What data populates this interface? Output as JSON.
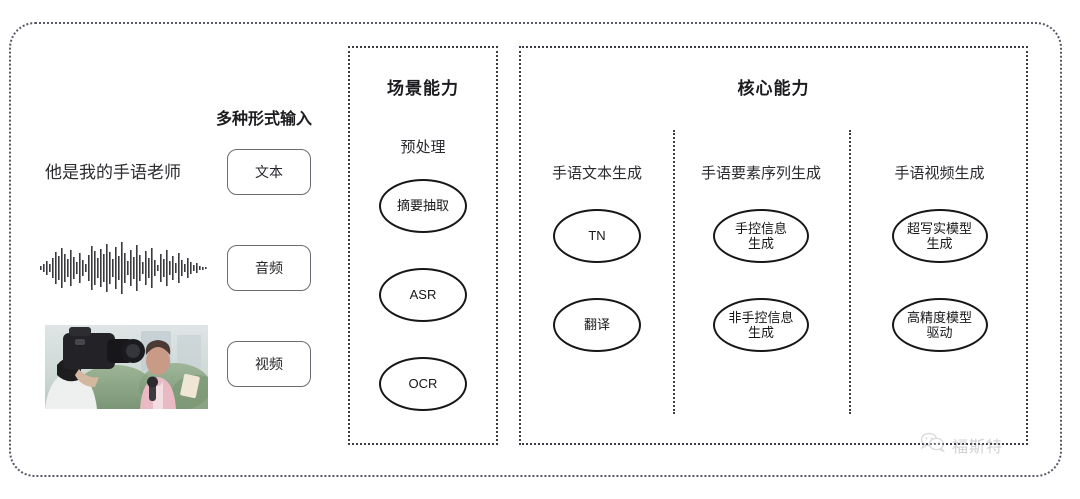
{
  "diagram": {
    "input_section": {
      "header": "多种形式输入",
      "sentence": "他是我的手语老师",
      "modalities": [
        {
          "label": "文本",
          "media": "text"
        },
        {
          "label": "音频",
          "media": "waveform"
        },
        {
          "label": "视频",
          "media": "thumbnail"
        }
      ]
    },
    "scene_panel": {
      "title": "场景能力",
      "columns": [
        {
          "header": "预处理",
          "nodes": [
            "摘要抽取",
            "ASR",
            "OCR"
          ]
        }
      ]
    },
    "core_panel": {
      "title": "核心能力",
      "columns": [
        {
          "header": "手语文本生成",
          "nodes": [
            "TN",
            "翻译"
          ]
        },
        {
          "header": "手语要素序列生成",
          "nodes": [
            "手控信息\n生成",
            "非手控信息\n生成"
          ]
        },
        {
          "header": "手语视频生成",
          "nodes": [
            "超写实模型\n生成",
            "高精度模型\n驱动"
          ]
        }
      ]
    },
    "watermark": {
      "text": "福斯特",
      "icon": "wechat-bubble-icon"
    },
    "colors": {
      "ink": "#17171a",
      "dotted_border": "#3d3d46",
      "outer_border": "#5a5a66",
      "chip_border": "#6c6c74",
      "background": "#ffffff"
    }
  }
}
